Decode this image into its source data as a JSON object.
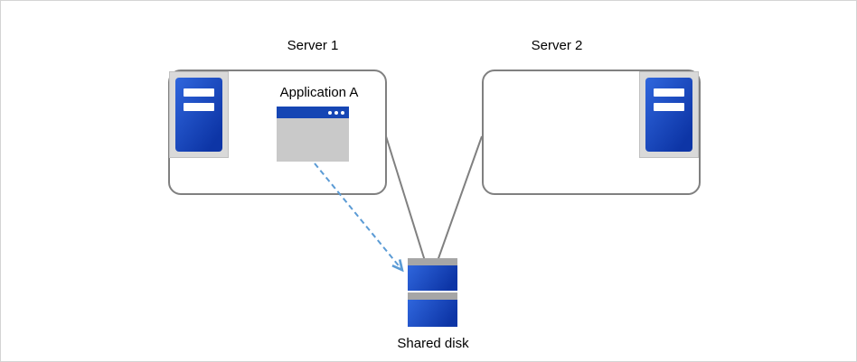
{
  "diagram": {
    "server1": {
      "label": "Server 1",
      "application_label": "Application A"
    },
    "server2": {
      "label": "Server 2"
    },
    "shared_disk_label": "Shared disk",
    "colors": {
      "server_blue_light": "#2f66dd",
      "server_blue_dark": "#0d35a6",
      "window_titlebar_blue": "#1646b4",
      "window_body_gray": "#c9c9c9",
      "icon_frame_gray": "#d9d9d9",
      "box_border_gray": "#808080",
      "connector_gray": "#808080",
      "arrow_blue": "#5b9bd5",
      "disk_cap_gray": "#a6a6a6"
    }
  }
}
